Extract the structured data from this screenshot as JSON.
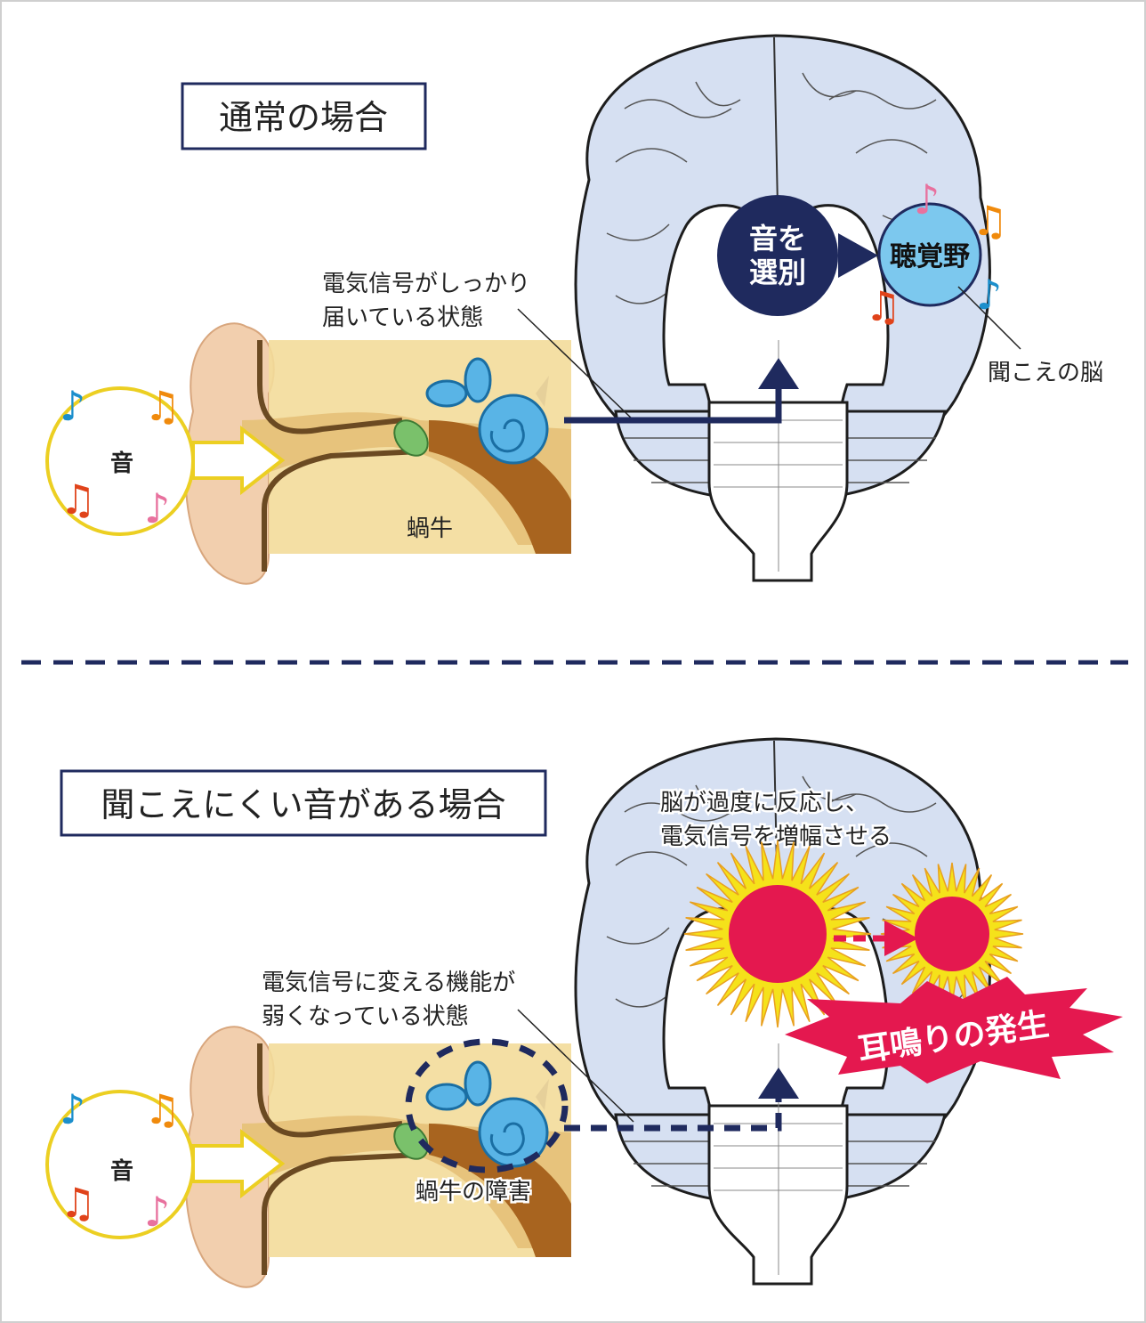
{
  "colors": {
    "navy": "#1f2a5e",
    "brain": "#d6e0f2",
    "auditory": "#7cc8ee",
    "tinnitus": "#e4184f",
    "spark": "#f5e21a",
    "ear_skin": "#f2cfae",
    "canal": "#e7c37c"
  },
  "normal": {
    "title": "通常の場合",
    "signal_label_1": "電気信号がしっかり",
    "signal_label_2": "届いている状態",
    "sort_label_1": "音を",
    "sort_label_2": "選別",
    "auditory_cortex": "聴覚野",
    "hearing_brain": "聞こえの脳",
    "sound": "音",
    "cochlea": "蝸牛"
  },
  "impaired": {
    "title": "聞こえにくい音がある場合",
    "brain_label_1": "脳が過度に反応し、",
    "brain_label_2": "電気信号を増幅させる",
    "signal_label_1": "電気信号に変える機能が",
    "signal_label_2": "弱くなっている状態",
    "sound": "音",
    "cochlea_damage": "蝸牛の障害",
    "tinnitus": "耳鳴りの発生"
  }
}
